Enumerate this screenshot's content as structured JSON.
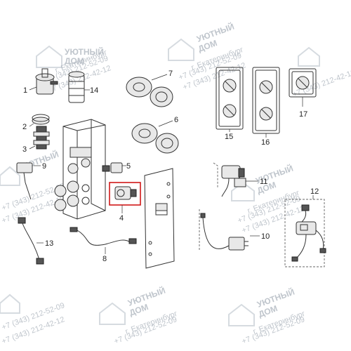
{
  "callouts": {
    "c1": "1",
    "c2": "2",
    "c3": "3",
    "c4": "4",
    "c5": "5",
    "c6": "6",
    "c7": "7",
    "c8": "8",
    "c9": "9",
    "c10": "10",
    "c11": "11",
    "c12": "12",
    "c13": "13",
    "c14": "14",
    "c15": "15",
    "c16": "16",
    "c17": "17"
  },
  "watermark": {
    "brand_line1": "УЮТНЫЙ",
    "brand_line2": "ДОМ",
    "city": "г. Екатеринбург",
    "phone1": "+7 (343) 212-52-09",
    "phone2": "+7 (343) 212-42-12"
  },
  "colors": {
    "highlight": "#d01818",
    "line": "#333333",
    "watermark": "#aab2bb"
  }
}
